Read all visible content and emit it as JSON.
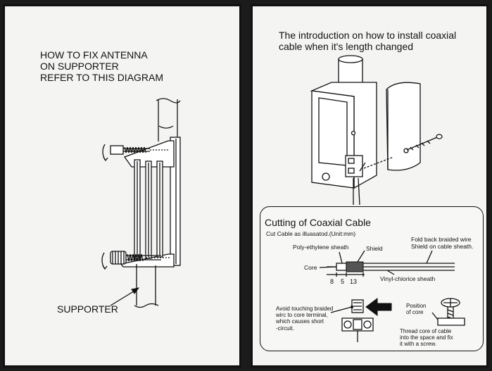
{
  "left_page": {
    "title": "HOW TO FIX ANTENNA\nON SUPPORTER\nREFER TO THIS DIAGRAM",
    "supporter_label": "SUPPORTER"
  },
  "right_page": {
    "title": "The introduction on how to install coaxial\ncable when it's length changed",
    "cutting_section": {
      "heading": "Cutting of Coaxial Cable",
      "instruction": "Cut Cable as illuasatod.(Unit:mm)",
      "labels": {
        "poly_ethylene_sheath": "Poly-ethylene sheath",
        "shield": "Shield",
        "core": "Core",
        "vinyl_sheath": "Vinyl-chiorice sheath",
        "fold_back": "Fold back braided wire\nShield on cable sheath.",
        "avoid_touching": "Avoid touching braided\nwirc to core terminal,\nwhich causes short\n-circuit.",
        "position_of_core": "Position\nof core",
        "thread_core": "Thread core of cable\ninto the space and fix\nit with a screw."
      },
      "dimensions": [
        "8",
        "5",
        "13"
      ]
    }
  }
}
